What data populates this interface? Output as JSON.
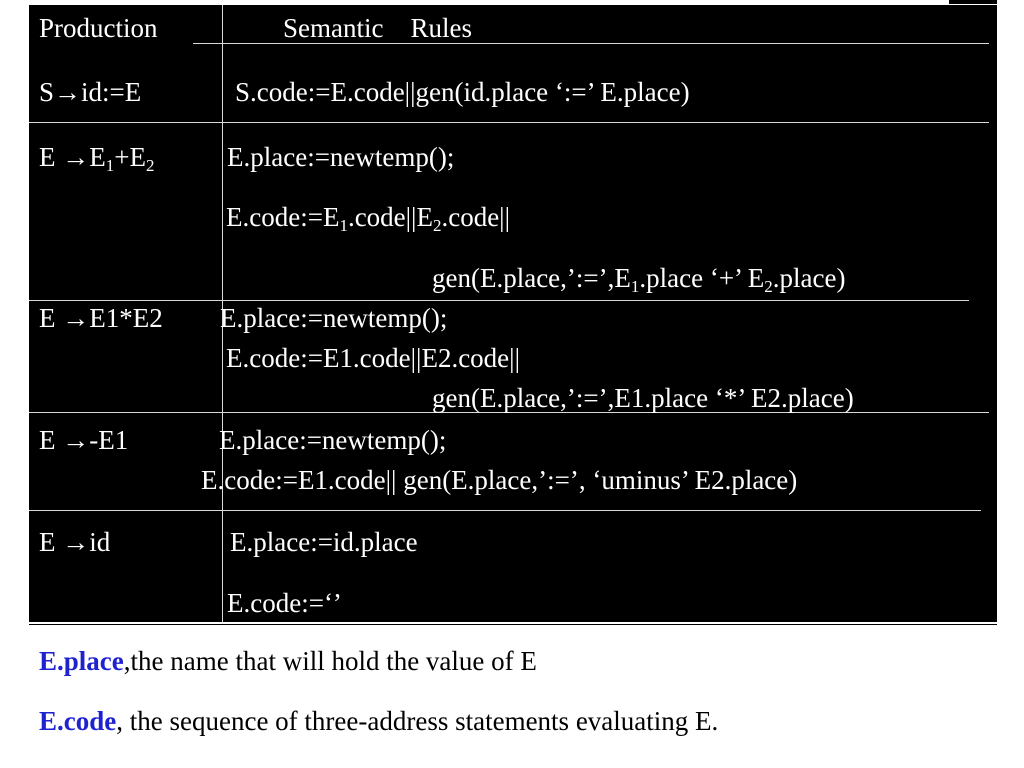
{
  "table": {
    "header": {
      "production": "Production",
      "semantic": "Semantic    Rules"
    },
    "rows": [
      {
        "production": "S→id:=E",
        "rule_lines": [
          "S.code:=E.code||gen(id.place ‘:=’ E.place)"
        ]
      },
      {
        "production_parts": {
          "lhs": "E →E",
          "s1": "1",
          "plus": "+E",
          "s2": "2"
        },
        "rule_lines": {
          "l1": "E.place:=newtemp();",
          "l2": {
            "a": "E.code:=E",
            "s1": "1",
            "b": ".code||E",
            "s2": "2",
            "c": ".code||"
          },
          "l3": {
            "a": "gen(E.place,’:=’,E",
            "s1": "1",
            "b": ".place ‘+’ E",
            "s2": "2",
            "c": ".place)"
          }
        }
      },
      {
        "production": "E →E1*E2",
        "rule_lines": [
          "E.place:=newtemp();",
          "E.code:=E1.code||E2.code||",
          "gen(E.place,’:=’,E1.place ‘*’ E2.place)"
        ]
      },
      {
        "production": "E →-E1",
        "rule_lines": [
          "E.place:=newtemp();",
          "E.code:=E1.code|| gen(E.place,’:=’, ‘uminus’ E2.place)"
        ]
      },
      {
        "production": "E →id",
        "rule_lines": [
          "E.place:=id.place",
          "E.code:=‘’"
        ]
      }
    ]
  },
  "notes": [
    {
      "term": "E.place",
      "text": ",the name that will hold the value of E"
    },
    {
      "term": "E.code",
      "text": ", the sequence of three-address statements evaluating E."
    }
  ],
  "colors": {
    "board": "#000000",
    "board_text": "#ffffff",
    "term_blue": "#1f22cf"
  }
}
